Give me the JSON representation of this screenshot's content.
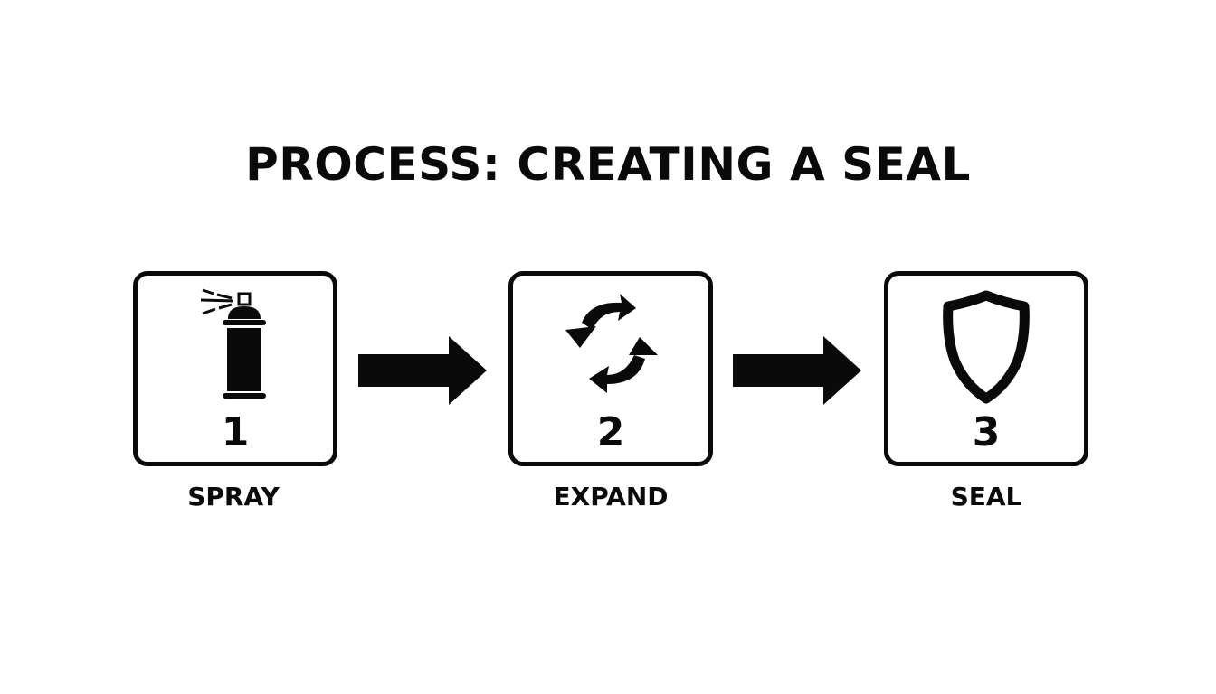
{
  "title": "PROCESS: CREATING A SEAL",
  "steps": [
    {
      "number": "1",
      "label": "SPRAY",
      "icon": "spray-can-icon"
    },
    {
      "number": "2",
      "label": "EXPAND",
      "icon": "cycle-arrows-icon"
    },
    {
      "number": "3",
      "label": "SEAL",
      "icon": "shield-icon"
    }
  ],
  "connectors": [
    {
      "from": "1",
      "to": "2",
      "icon": "arrow-right-icon"
    },
    {
      "from": "2",
      "to": "3",
      "icon": "arrow-right-icon"
    }
  ],
  "colors": {
    "foreground": "#0a0a0a",
    "background": "#ffffff"
  }
}
